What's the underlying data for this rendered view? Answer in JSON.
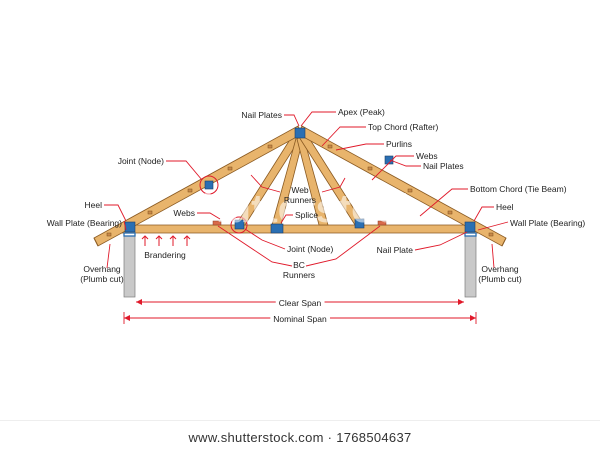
{
  "labels": {
    "apex": "Apex (Peak)",
    "nail_plates_top": "Nail Plates",
    "top_chord": "Top Chord (Rafter)",
    "purlins": "Purlins",
    "webs_right": "Webs",
    "nail_plates_right": "Nail Plates",
    "joint_node_top": "Joint (Node)",
    "web_runners": "Web\nRunners",
    "bottom_chord": "Bottom Chord (Tie Beam)",
    "heel_left": "Heel",
    "heel_right": "Heel",
    "webs_left": "Webs",
    "splice": "Splice",
    "wall_plate_left": "Wall Plate (Bearing)",
    "wall_plate_right": "Wall Plate (Bearing)",
    "joint_node_bottom": "Joint (Node)",
    "nail_plate": "Nail Plate",
    "brandering": "Brandering",
    "bc_runners": "BC\nRunners",
    "overhang_left": "Overhang\n(Plumb cut)",
    "overhang_right": "Overhang\n(Plumb cut)",
    "clear_span": "Clear Span",
    "nominal_span": "Nominal Span"
  },
  "watermark": "shutterstock",
  "footer": "www.shutterstock.com · 1768504637",
  "colors": {
    "timber": "#e8b46c",
    "timber_outline": "#8a5a22",
    "nail_plate": "#2a6fb3",
    "leader": "#e0192a",
    "post": "#c9c9c9"
  }
}
